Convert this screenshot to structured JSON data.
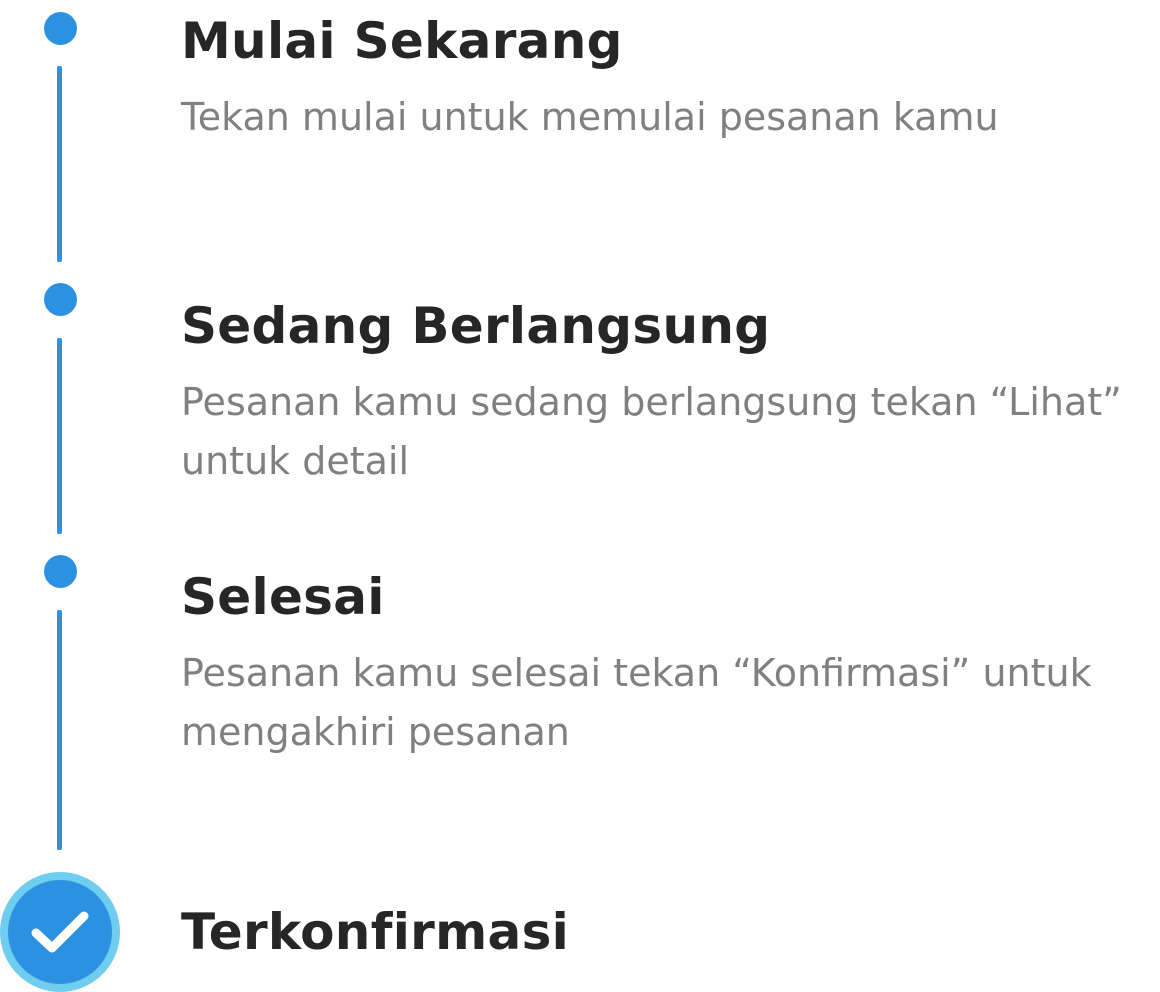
{
  "steps": [
    {
      "title": "Mulai Sekarang",
      "description": "Tekan mulai untuk memulai pesanan kamu",
      "state": "active"
    },
    {
      "title": "Sedang Berlangsung",
      "description": "Pesanan kamu sedang berlangsung tekan “Lihat” untuk detail",
      "state": "active"
    },
    {
      "title": "Selesai",
      "description": "Pesanan kamu selesai tekan “Konfirmasi” untuk mengakhiri pesanan",
      "state": "active"
    },
    {
      "title": "Terkonfirmasi",
      "description": "",
      "state": "completed"
    }
  ],
  "colors": {
    "accent": "#2b91e0",
    "badge_ring": "#6fcdf0",
    "title": "#262626",
    "description": "#808080"
  },
  "icons": {
    "step_marker": "dot-icon",
    "final_step": "checkmark-icon"
  }
}
